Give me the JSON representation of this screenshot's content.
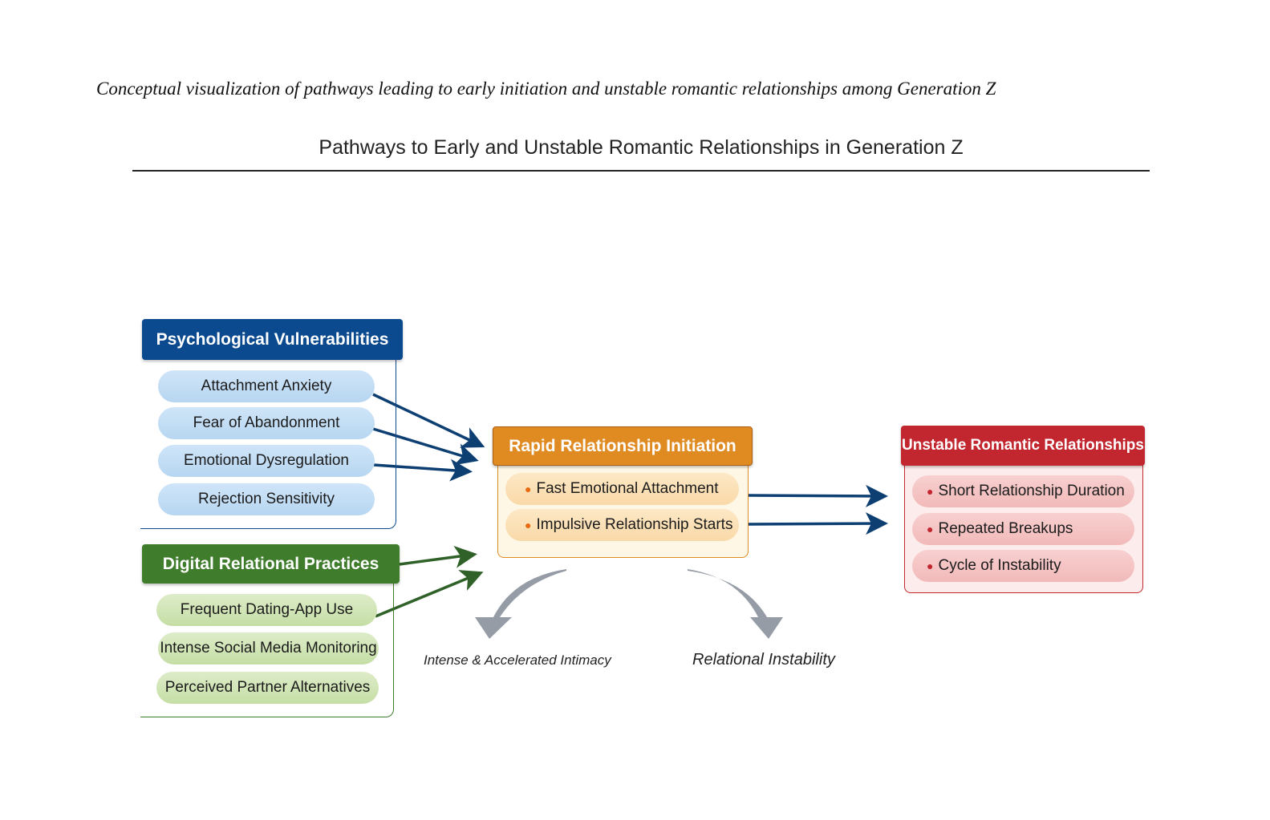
{
  "caption": "Conceptual visualization of pathways leading to early initiation and unstable romantic relationships among Generation Z",
  "title": "Pathways to Early and Unstable Romantic Relationships in Generation Z",
  "psych": {
    "header": "Psychological Vulnerabilities",
    "color": "#0b4a8f",
    "items": [
      "Attachment Anxiety",
      "Fear of Abandonment",
      "Emotional Dysregulation",
      "Rejection Sensitivity"
    ]
  },
  "digital": {
    "header": "Digital Relational Practices",
    "color": "#3f7d2c",
    "items": [
      "Frequent Dating-App Use",
      "Intense Social Media Monitoring",
      "Perceived Partner Alternatives"
    ]
  },
  "rapid": {
    "header": "Rapid Relationship Initiation",
    "color": "#e08a22",
    "items": [
      "Fast Emotional Attachment",
      "Impulsive Relationship Starts"
    ]
  },
  "unstable": {
    "header": "Unstable Romantic Relationships",
    "color": "#c2262f",
    "items": [
      "Short Relationship Duration",
      "Repeated Breakups",
      "Cycle of Instability"
    ]
  },
  "outcomes": {
    "left": "Intense & Accelerated Intimacy",
    "right": "Relational Instability"
  }
}
